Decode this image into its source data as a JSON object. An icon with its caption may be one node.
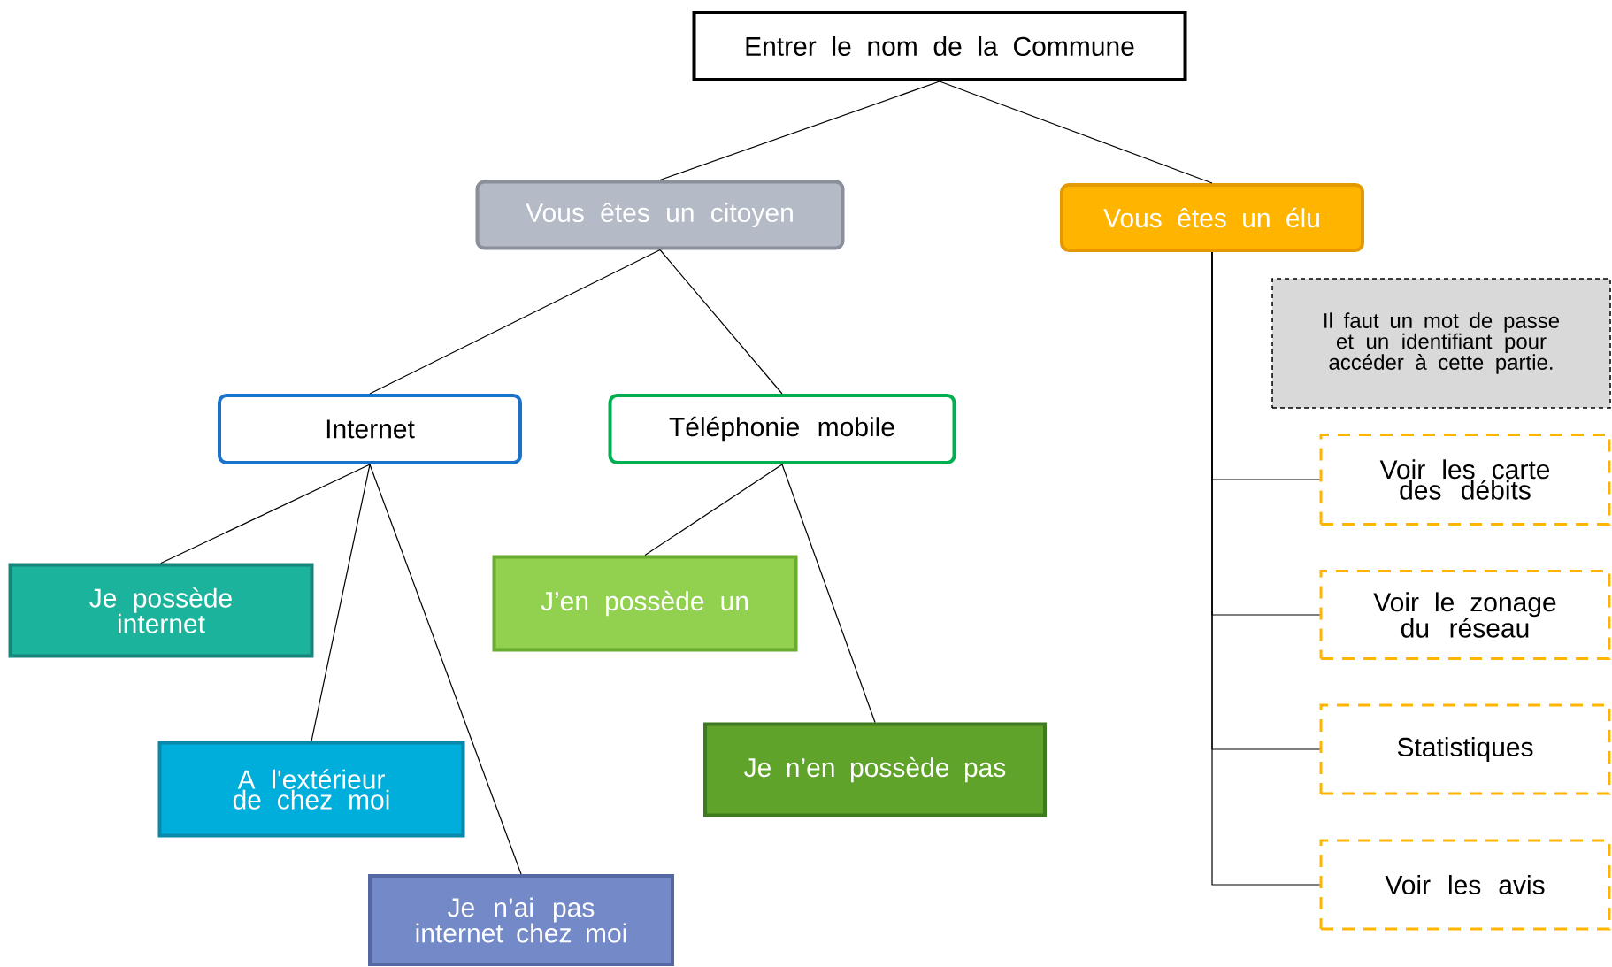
{
  "diagram": {
    "nodes": [
      {
        "text": [
          "Entrer le nom de la Commune"
        ]
      },
      {
        "text": [
          "Vous êtes un citoyen"
        ]
      },
      {
        "text": [
          "Vous êtes un élu"
        ]
      },
      {
        "text": [
          "Il faut un mot de passe et un identifiant pour accéder à cette partie."
        ]
      },
      {
        "text": [
          "Internet"
        ]
      },
      {
        "text": [
          "Téléphonie mobile"
        ]
      },
      {
        "text": [
          "Je possède internet"
        ]
      },
      {
        "text": [
          "A l'extérieur de chez moi"
        ]
      },
      {
        "text": [
          "Je n’ai pas internet chez moi"
        ]
      },
      {
        "text": [
          "J’en possède un"
        ]
      },
      {
        "text": [
          "Je n’en possède pas"
        ]
      },
      {
        "text": [
          "Voir les carte des débits"
        ]
      },
      {
        "text": [
          "Voir le zonage du réseau"
        ]
      },
      {
        "text": [
          "Statistiques"
        ]
      },
      {
        "text": [
          "Voir les avis"
        ]
      }
    ],
    "edges": [
      {
        "from": 0,
        "to": 1,
        "arrow": "none"
      },
      {
        "from": 0,
        "to": 2,
        "arrow": "none"
      },
      {
        "from": 1,
        "to": 4,
        "arrow": "none"
      },
      {
        "from": 1,
        "to": 5,
        "arrow": "none"
      },
      {
        "from": 4,
        "to": 6,
        "arrow": "none"
      },
      {
        "from": 4,
        "to": 7,
        "arrow": "none"
      },
      {
        "from": 4,
        "to": 8,
        "arrow": "none"
      },
      {
        "from": 5,
        "to": 9,
        "arrow": "none"
      },
      {
        "from": 5,
        "to": 10,
        "arrow": "none"
      },
      {
        "from": 2,
        "to": 11,
        "arrow": "none"
      },
      {
        "from": 2,
        "to": 12,
        "arrow": "none"
      },
      {
        "from": 2,
        "to": 13,
        "arrow": "none"
      },
      {
        "from": 2,
        "to": 14,
        "arrow": "none"
      }
    ]
  }
}
